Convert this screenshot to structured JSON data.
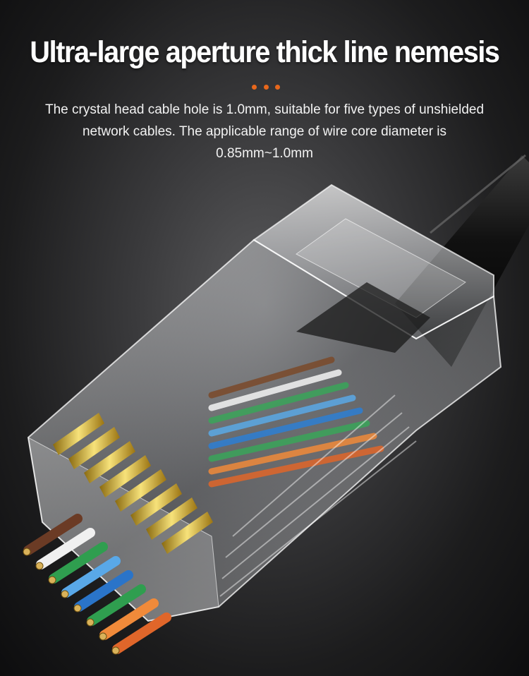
{
  "banner": {
    "headline": "Ultra-large aperture thick line nemesis",
    "description": "The crystal head cable hole is 1.0mm, suitable for five types of unshielded network cables. The applicable range of wire core diameter is 0.85mm~1.0mm",
    "accent_color": "#e8671c"
  },
  "product_image": {
    "subject": "RJ45 crystal head connector with color-coded wires",
    "icon": "rj45-connector-icon"
  }
}
